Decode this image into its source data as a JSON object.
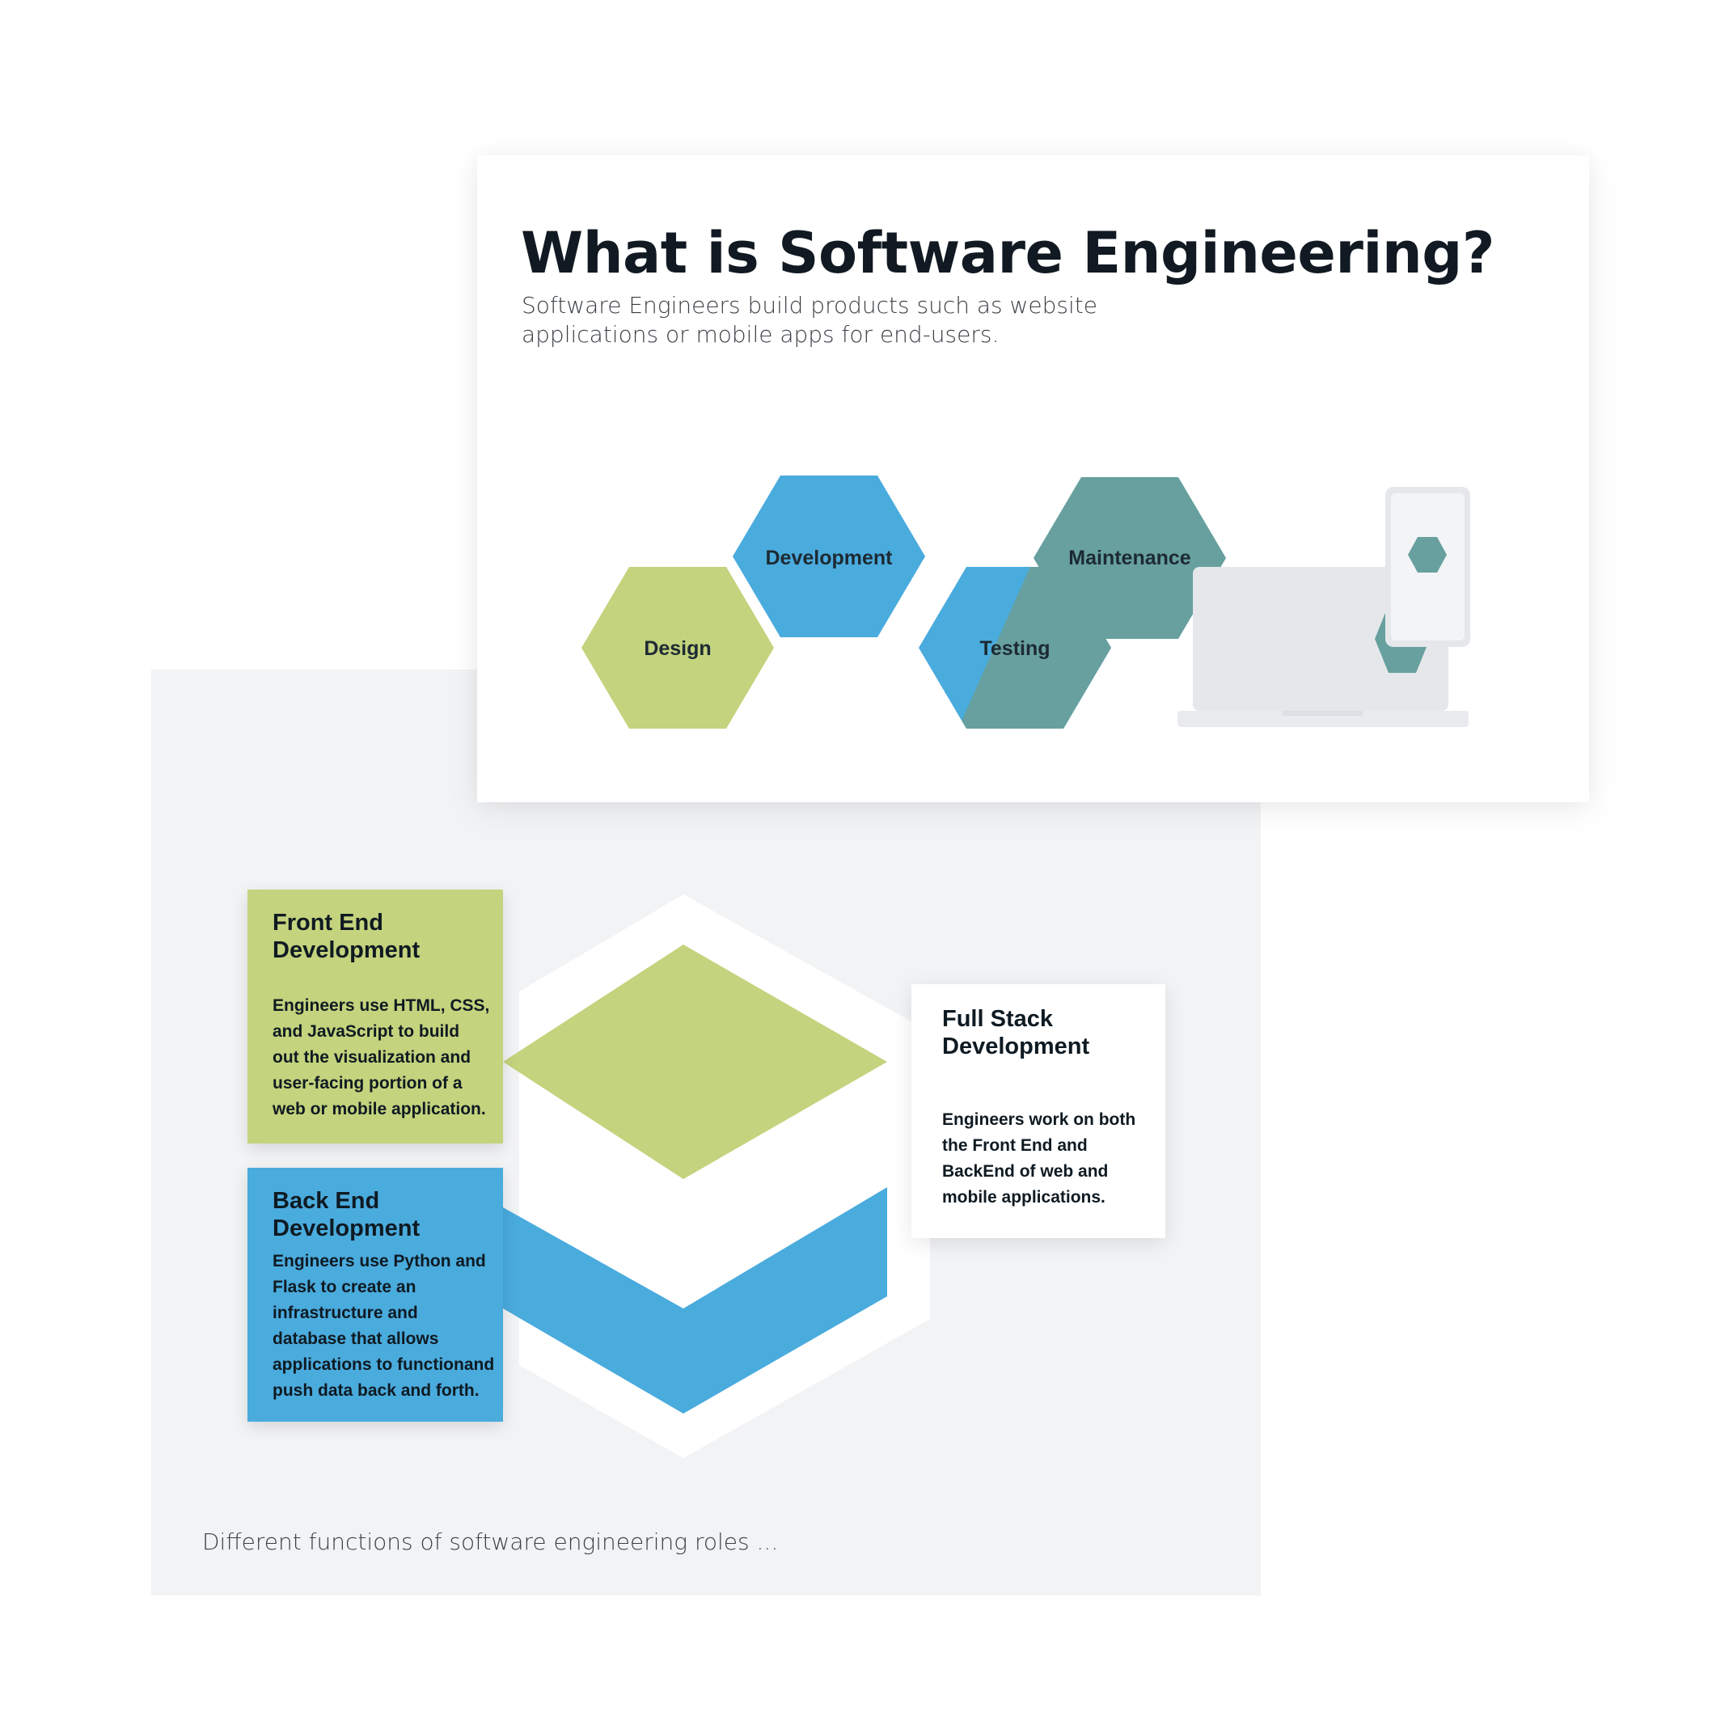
{
  "card": {
    "title": "What is Software Engineering?",
    "subtitle": "Software Engineers build products such as website applications or mobile apps for end-users."
  },
  "lifecycle": {
    "stages": [
      "Design",
      "Development",
      "Testing",
      "Maintenance"
    ]
  },
  "roles": {
    "front_end": {
      "title": "Front End Development",
      "body": "Engineers use HTML, CSS, and JavaScript to build out the visualization and user-facing portion of a web or mobile application."
    },
    "back_end": {
      "title": "Back End Development",
      "body": "Engineers use Python and Flask to create an infrastructure and database that allows applications to functionand push data back and forth."
    },
    "full_stack": {
      "title": "Full Stack Development",
      "body": "Engineers work on both the Front End and BackEnd of web and mobile applications."
    }
  },
  "caption": "Different functions of software engineering roles ...",
  "colors": {
    "green": "#c4d37d",
    "blue": "#4aabdd",
    "teal": "#67a09f",
    "panel": "#f2f3f5"
  }
}
